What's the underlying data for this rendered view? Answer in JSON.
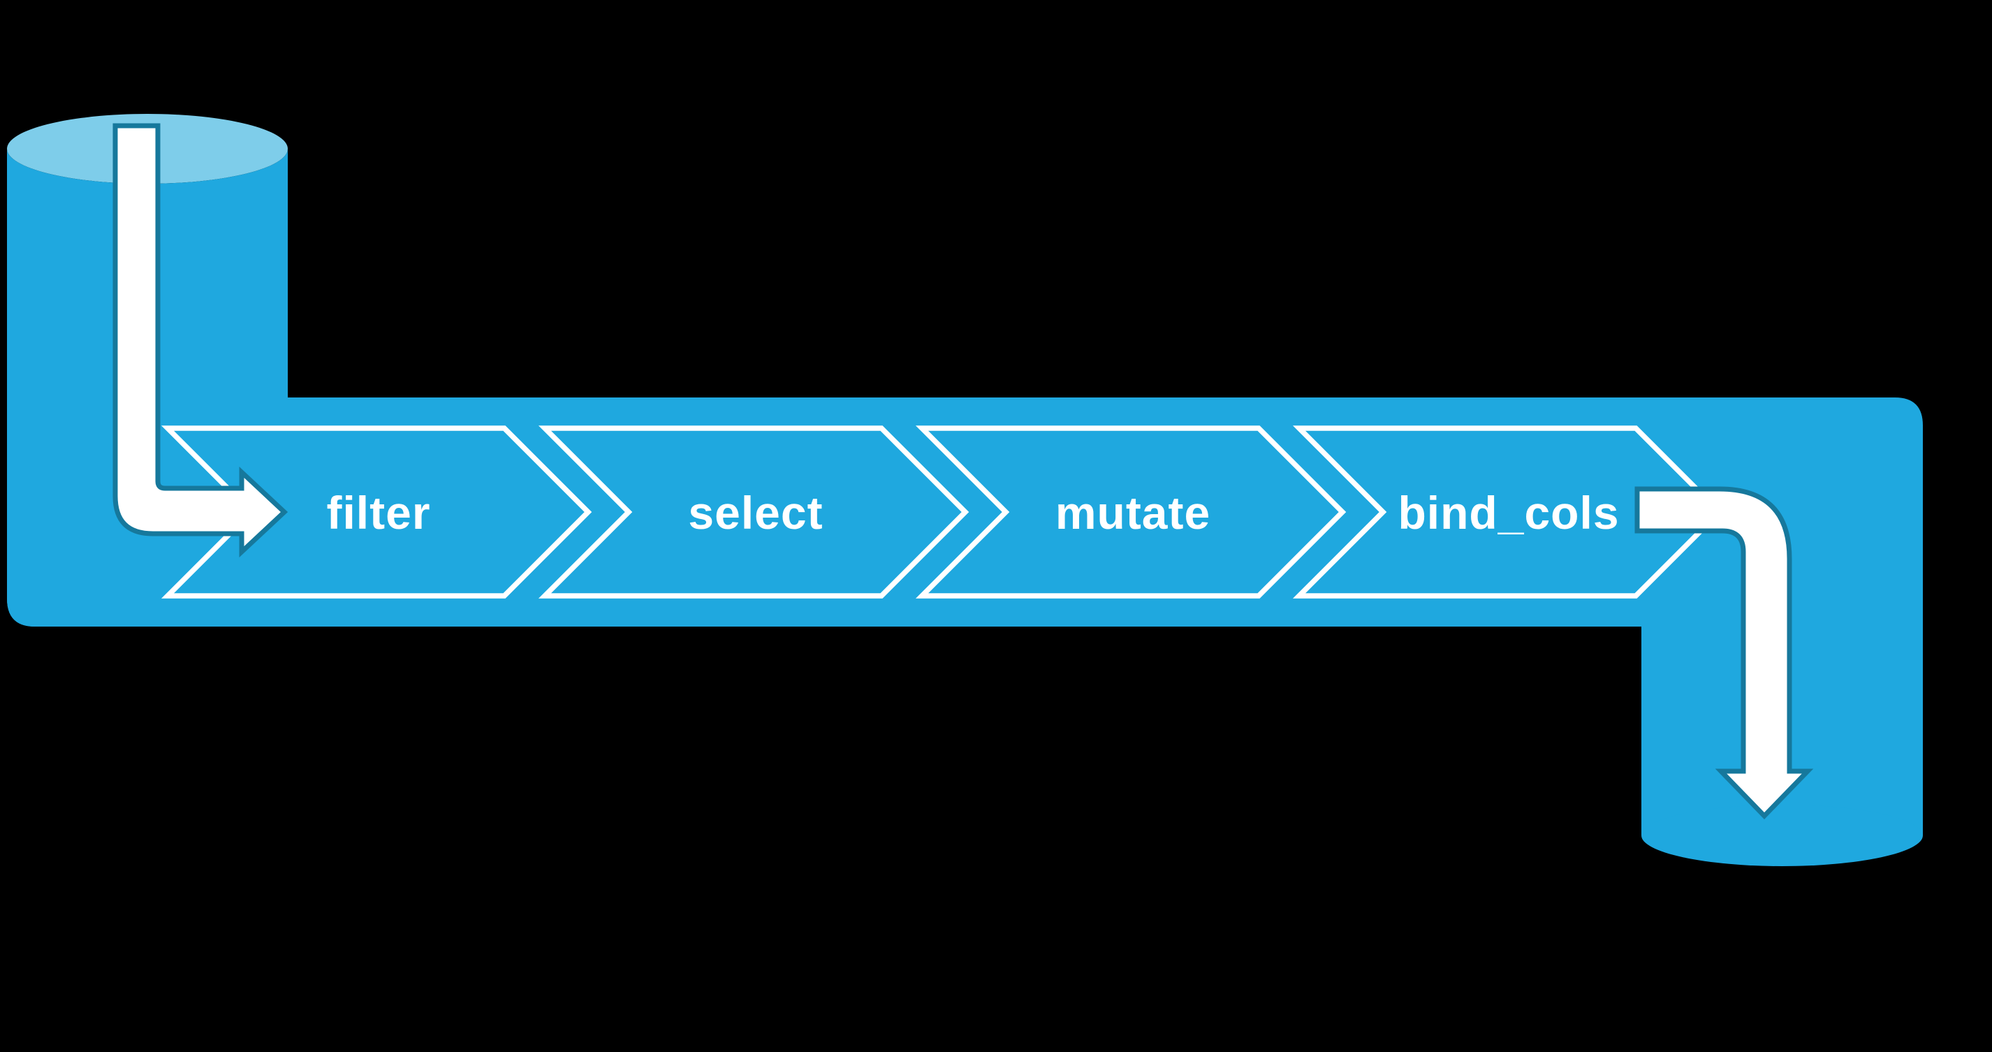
{
  "diagram": {
    "type": "data-pipeline-flow",
    "background_color": "#000000",
    "steps": [
      {
        "label": "filter"
      },
      {
        "label": "select"
      },
      {
        "label": "mutate"
      },
      {
        "label": "bind_cols"
      }
    ],
    "source": {
      "icon": "database-cylinder-icon"
    },
    "sink": {
      "icon": "database-cylinder-icon"
    },
    "flow": {
      "in_icon": "bent-arrow-right-icon",
      "out_icon": "bent-arrow-down-icon"
    },
    "colors": {
      "pipe_blue": "#1fa8df",
      "cylinder_top_blue": "#7ecdea",
      "arrow_fill_white": "#ffffff",
      "arrow_outline_teal": "#16789c",
      "chevron_outline_white": "#ffffff",
      "label_white": "#ffffff"
    }
  }
}
